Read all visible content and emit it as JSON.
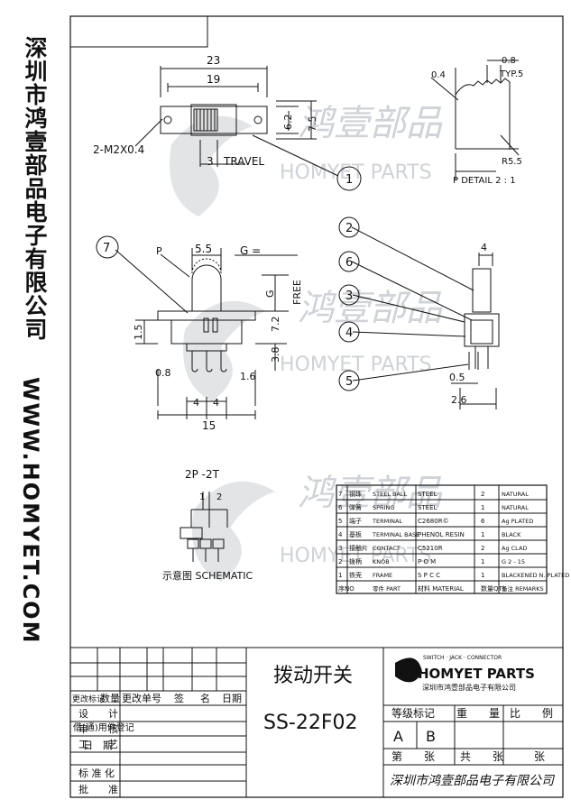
{
  "sidebar": {
    "company_cn": "深圳市鸿壹部品电子有限公司",
    "website": "WWW.HOMYET.COM"
  },
  "watermark": {
    "brand": "HOMYET PARTS",
    "cn": "鸿壹部品"
  },
  "top_view": {
    "dim_overall": "23",
    "dim_pitch": "19",
    "dim_height_a": "6.2",
    "dim_height_b": "7.5",
    "dim_travel": "3",
    "travel_label": "TRAVEL",
    "screw_note": "2-M2X0.4",
    "callout": "1"
  },
  "detail": {
    "dim_a": "0.8",
    "dim_b": "TYP.5",
    "dim_c": "0.4",
    "dim_r": "R5.5",
    "label": "P DETAIL 2 : 1"
  },
  "front_view": {
    "callout": "7",
    "p_label": "P",
    "g_label": "G =",
    "dim_knob": "5.5",
    "dim_g": "G",
    "dim_free": "FREE",
    "dim_7_2": "7.2",
    "dim_3_8": "3.8",
    "dim_1_5": "1.5",
    "dim_0_8": "0.8",
    "dim_1_6": "1.6",
    "dim_4a": "4",
    "dim_4b": "4",
    "dim_15": "15"
  },
  "side_view": {
    "callouts": [
      "2",
      "6",
      "3",
      "4",
      "5"
    ],
    "dim_4": "4",
    "dim_0_5": "0.5",
    "dim_2_6": "2.6"
  },
  "schematic": {
    "title": "2P -2T",
    "pins": [
      "1",
      "2"
    ],
    "label": "示意图 SCHEMATIC"
  },
  "bom": {
    "rows": [
      {
        "no": "7",
        "cn": "钢珠",
        "part": "STEEL BALL",
        "material": "STEEL",
        "qty": "2",
        "remarks": "NATURAL"
      },
      {
        "no": "6",
        "cn": "弹簧",
        "part": "SPRING",
        "material": "STEEL",
        "qty": "1",
        "remarks": "NATURAL"
      },
      {
        "no": "5",
        "cn": "端子",
        "part": "TERMINAL",
        "material": "C2680R©",
        "qty": "6",
        "remarks": "Ag PLATED"
      },
      {
        "no": "4",
        "cn": "基板",
        "part": "TERMINAL BASE",
        "material": "PHENOL RESIN",
        "qty": "1",
        "remarks": "BLACK"
      },
      {
        "no": "3",
        "cn": "接触片",
        "part": "CONTACT",
        "material": "C5210R",
        "qty": "2",
        "remarks": "Ag CLAD"
      },
      {
        "no": "2",
        "cn": "拨柄",
        "part": "KNOB",
        "material": "P O M",
        "qty": "1",
        "remarks": "G 2 - 15"
      },
      {
        "no": "1",
        "cn": "铁壳",
        "part": "FRAME",
        "material": "S P C C",
        "qty": "1",
        "remarks": "BLACKENED N. PLATED"
      }
    ],
    "header": {
      "no": "序NO",
      "part": "零件 PART",
      "material": "材料 MATERIAL",
      "qty": "数量QTY",
      "remarks": "备注 REMARKS"
    }
  },
  "title_block": {
    "rev_headers": [
      "更改标记",
      "数量",
      "更改单号",
      "签",
      "名",
      "日期"
    ],
    "borrow": "借(通)用件登记",
    "date": "日　期",
    "roles": [
      "设　　计",
      "审　　核",
      "工　　艺",
      "标 准 化",
      "批　　准"
    ],
    "product_name": "拨动开关",
    "model": "SS-22F02",
    "logo_tagline": "SWITCH · JACK · CONNECTOR",
    "logo_brand": "HOMYET PARTS",
    "logo_company": "深圳市鸿壹部品电子有限公司",
    "grade_label": "等级标记",
    "weight_label": "重　　量",
    "scale_label": "比　　例",
    "grade_a": "A",
    "grade_b": "B",
    "sheet_label": "第　　张",
    "total_label": "共　　张",
    "sheet_end": "张",
    "signature_company": "深圳市鸿壹部品电子有限公司"
  }
}
